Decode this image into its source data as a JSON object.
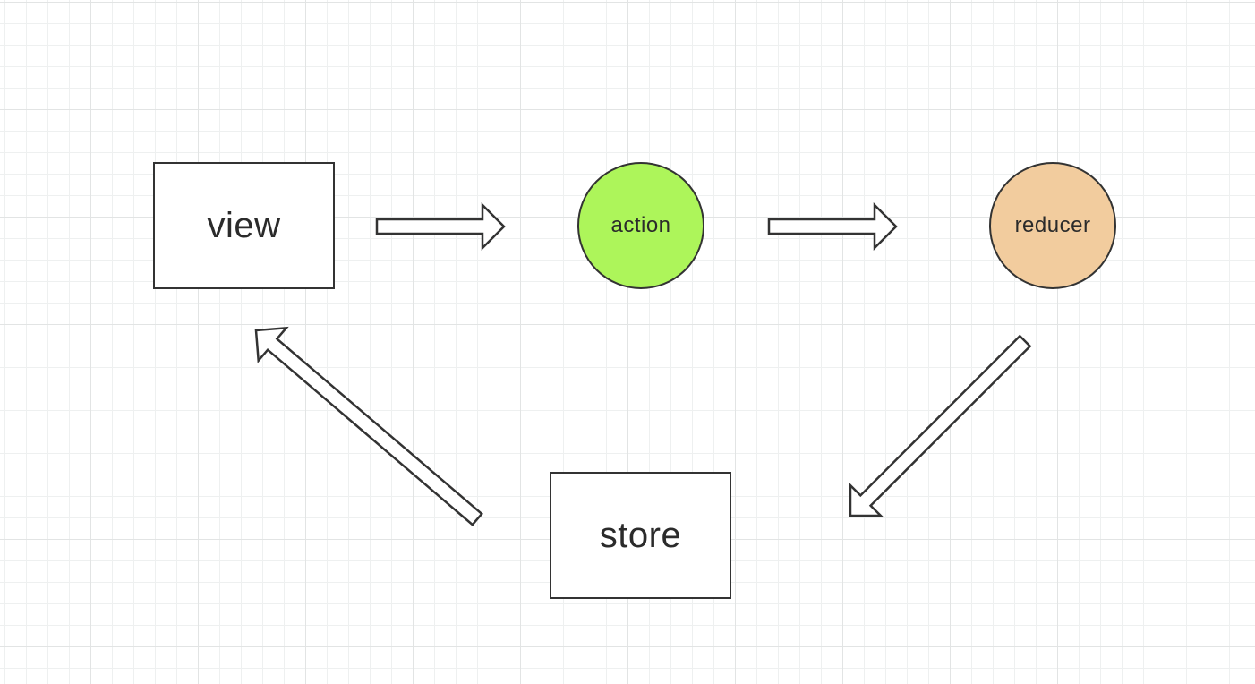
{
  "diagram": {
    "nodes": {
      "view": {
        "label": "view",
        "shape": "rectangle",
        "fill": "#ffffff"
      },
      "action": {
        "label": "action",
        "shape": "circle",
        "fill": "#adf55a"
      },
      "reducer": {
        "label": "reducer",
        "shape": "circle",
        "fill": "#f2cc9e"
      },
      "store": {
        "label": "store",
        "shape": "rectangle",
        "fill": "#ffffff"
      }
    },
    "edges": [
      {
        "from": "view",
        "to": "action"
      },
      {
        "from": "action",
        "to": "reducer"
      },
      {
        "from": "reducer",
        "to": "store"
      },
      {
        "from": "store",
        "to": "view"
      }
    ],
    "colors": {
      "stroke": "#333333",
      "arrow_fill": "#ffffff",
      "grid": "#e2e4e4"
    }
  }
}
